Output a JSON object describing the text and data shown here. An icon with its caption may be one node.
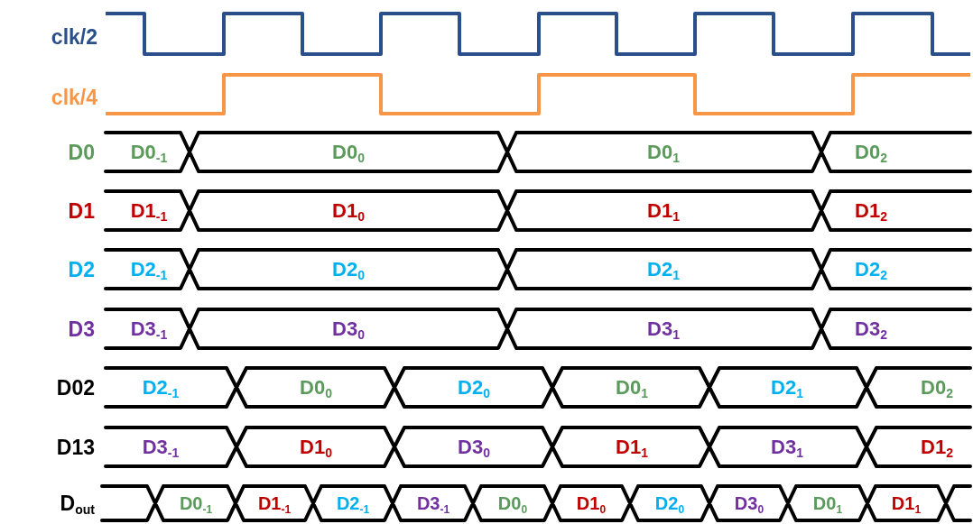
{
  "diagram": {
    "labels": [
      "clk/2",
      "clk/4",
      "D0",
      "D0$_{-1}$",
      "D0$_{0}$",
      "D0$_{1}$",
      "D0$_{2}$",
      "D1",
      "D1$_{-1}$",
      "D1$_{0}$",
      "D1$_{1}$",
      "D1$_{2}$",
      "D2",
      "D2$_{-1}$",
      "D2$_{0}$",
      "D2$_{1}$",
      "D2$_{2}$",
      "D3",
      "D3$_{-1}$",
      "D3$_{0}$",
      "D3$_{1}$",
      "D3$_{2}$",
      "D02",
      "D2$_{-1}$",
      "D0$_{0}$",
      "D2$_{0}$",
      "D0$_{1}$",
      "D2$_{1}$",
      "D0$_{2}$",
      "D13",
      "D3$_{-1}$",
      "D1$_{0}$",
      "D3$_{0}$",
      "D1$_{1}$",
      "D3$_{1}$",
      "D1$_{2}$",
      "D$_{out}$",
      "D0$_{-1}$",
      "D1$_{-1}$",
      "D2$_{-1}$",
      "D3$_{-1}$",
      "D0$_{0}$",
      "D1$_{0}$",
      "D2$_{0}$",
      "D3$_{0}$",
      "D0$_{1}$",
      "D1$_{1}$"
    ]
  }
}
